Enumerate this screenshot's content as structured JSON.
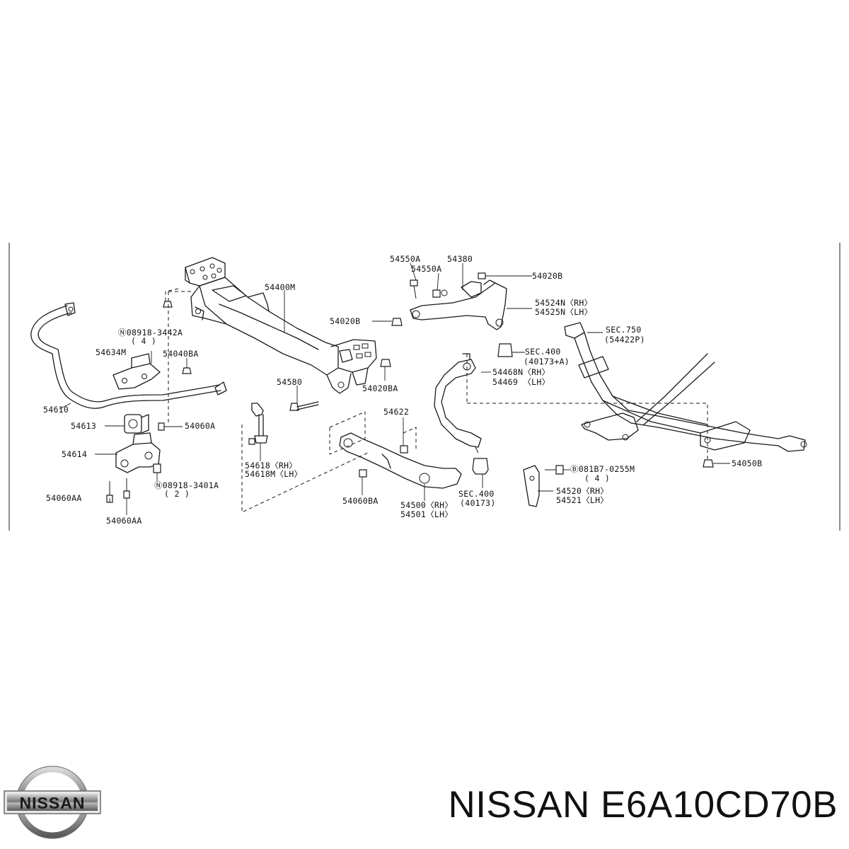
{
  "diagram": {
    "callouts": {
      "p54550A_1": "54550A",
      "p54380": "54380",
      "p54550A_2": "54550A",
      "p54020B_1": "54020B",
      "p54400M": "54400M",
      "p54524N": "54524N〈RH〉",
      "p54525N": "54525N〈LH〉",
      "p54020B_2": "54020B",
      "n08918_3442A": "Ⓝ08918-3442A",
      "n08918_3442A_qty": "( 4 )",
      "sec750": "SEC.750",
      "sec750_ref": "(54422P)",
      "p54634M": "54634M",
      "p54040BA": "54040BA",
      "sec400_a": "SEC.400",
      "sec400_a_ref": "(40173+A)",
      "p54468N": "54468N〈RH〉",
      "p54469": "54469 〈LH〉",
      "p54580": "54580",
      "p54020BA": "54020BA",
      "p54610": "54610",
      "p54622": "54622",
      "p54613": "54613",
      "p54060A": "54060A",
      "p54614": "54614",
      "p54618": "54618〈RH〉",
      "p54618M": "54618M〈LH〉",
      "p54050B": "54050B",
      "b081B7_0255M": "Ⓑ081B7-0255M",
      "b081B7_0255M_qty": "( 4 )",
      "n08918_3401A": "Ⓝ08918-3401A",
      "n08918_3401A_qty": "( 2 )",
      "sec400_b": "SEC.400",
      "sec400_b_ref": "(40173)",
      "p54520": "54520〈RH〉",
      "p54521": "54521〈LH〉",
      "p54060AA_1": "54060AA",
      "p54060BA": "54060BA",
      "p54500": "54500〈RH〉",
      "p54501": "54501〈LH〉",
      "p54060AA_2": "54060AA"
    }
  },
  "brand": {
    "logo_text": "NISSAN",
    "title": "NISSAN E6A10CD70B"
  }
}
